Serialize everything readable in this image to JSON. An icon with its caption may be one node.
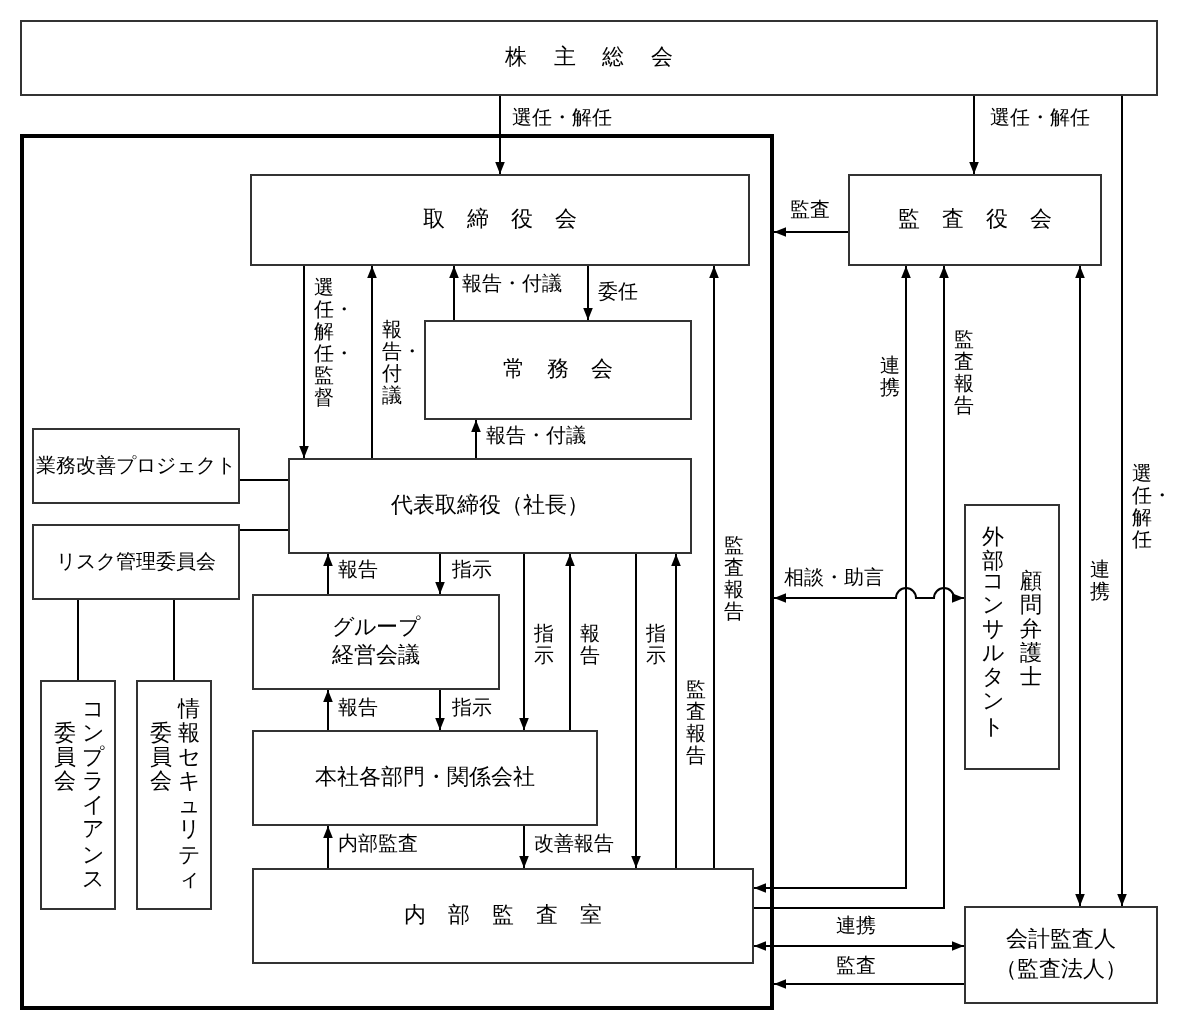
{
  "diagram": {
    "nodes": [
      {
        "text": [
          "株主総会"
        ]
      },
      {
        "text": [],
        "shape": "box"
      },
      {
        "text": [
          "取締役会"
        ],
        "in": 1
      },
      {
        "text": [
          "監査役会"
        ]
      },
      {
        "text": [
          "常務会"
        ],
        "in": 1
      },
      {
        "text": [
          "業務改善プロジェクト"
        ],
        "in": 1
      },
      {
        "text": [
          "代表取締役（社長）"
        ],
        "in": 1
      },
      {
        "text": [
          "リスク管理委員会"
        ],
        "in": 1
      },
      {
        "text": [
          "グループ経営会議"
        ],
        "in": 1
      },
      {
        "text": [
          "委員会",
          "コンプライアンス"
        ],
        "in": 1
      },
      {
        "text": [
          "委員会",
          "情報セキュリティ"
        ],
        "in": 1
      },
      {
        "text": [
          "本社各部門・関係会社"
        ],
        "in": 1
      },
      {
        "text": [
          "内部監査室"
        ],
        "in": 1
      },
      {
        "text": [
          "外部",
          "コンサルタント",
          "顧問弁護士"
        ]
      },
      {
        "text": [
          "会計監査人（監査法人）"
        ]
      }
    ],
    "edges": [
      {
        "from": 0,
        "to": 2,
        "arrow": "to",
        "label": "選任・解任"
      },
      {
        "from": 0,
        "to": 3,
        "arrow": "to",
        "label": "選任・解任"
      },
      {
        "from": 0,
        "to": 14,
        "arrow": "to",
        "label": "選任・解任"
      },
      {
        "from": 3,
        "to": 1,
        "arrow": "to",
        "label": "監査"
      },
      {
        "from": 2,
        "to": 6,
        "arrow": "to",
        "label": "選任・解任・監督"
      },
      {
        "from": 6,
        "to": 2,
        "arrow": "to",
        "label": "報告・付議"
      },
      {
        "from": 4,
        "to": 2,
        "arrow": "to",
        "label": "報告・付議"
      },
      {
        "from": 2,
        "to": 4,
        "arrow": "to",
        "label": "委任"
      },
      {
        "from": 6,
        "to": 4,
        "arrow": "to",
        "label": "報告・付議"
      },
      {
        "from": 5,
        "to": 6,
        "arrow": "none"
      },
      {
        "from": 7,
        "to": 6,
        "arrow": "none"
      },
      {
        "from": 7,
        "to": 9,
        "arrow": "none"
      },
      {
        "from": 7,
        "to": 10,
        "arrow": "none"
      },
      {
        "from": 8,
        "to": 6,
        "arrow": "to",
        "label": "報告"
      },
      {
        "from": 6,
        "to": 8,
        "arrow": "to",
        "label": "指示"
      },
      {
        "from": 6,
        "to": 11,
        "arrow": "to",
        "label": "指示"
      },
      {
        "from": 11,
        "to": 6,
        "arrow": "to",
        "label": "報告"
      },
      {
        "from": 6,
        "to": 12,
        "arrow": "to",
        "label": "指示"
      },
      {
        "from": 12,
        "to": 6,
        "arrow": "to",
        "label": "監査報告"
      },
      {
        "from": 12,
        "to": 2,
        "arrow": "to",
        "label": "監査報告"
      },
      {
        "from": 8,
        "to": 11,
        "arrow": "to",
        "label": "指示"
      },
      {
        "from": 11,
        "to": 8,
        "arrow": "to",
        "label": "報告"
      },
      {
        "from": 12,
        "to": 11,
        "arrow": "to",
        "label": "内部監査"
      },
      {
        "from": 11,
        "to": 12,
        "arrow": "to",
        "label": "改善報告"
      },
      {
        "from": 12,
        "to": 3,
        "arrow": "both",
        "label": "連携"
      },
      {
        "from": 12,
        "to": 3,
        "arrow": "to",
        "label": "監査報告"
      },
      {
        "from": 14,
        "to": 3,
        "arrow": "both",
        "label": "連携"
      },
      {
        "from": 12,
        "to": 14,
        "arrow": "both",
        "label": "連携"
      },
      {
        "from": 14,
        "to": 1,
        "arrow": "to",
        "label": "監査"
      },
      {
        "from": 1,
        "to": 13,
        "arrow": "both",
        "label": "相談・助言"
      }
    ]
  }
}
